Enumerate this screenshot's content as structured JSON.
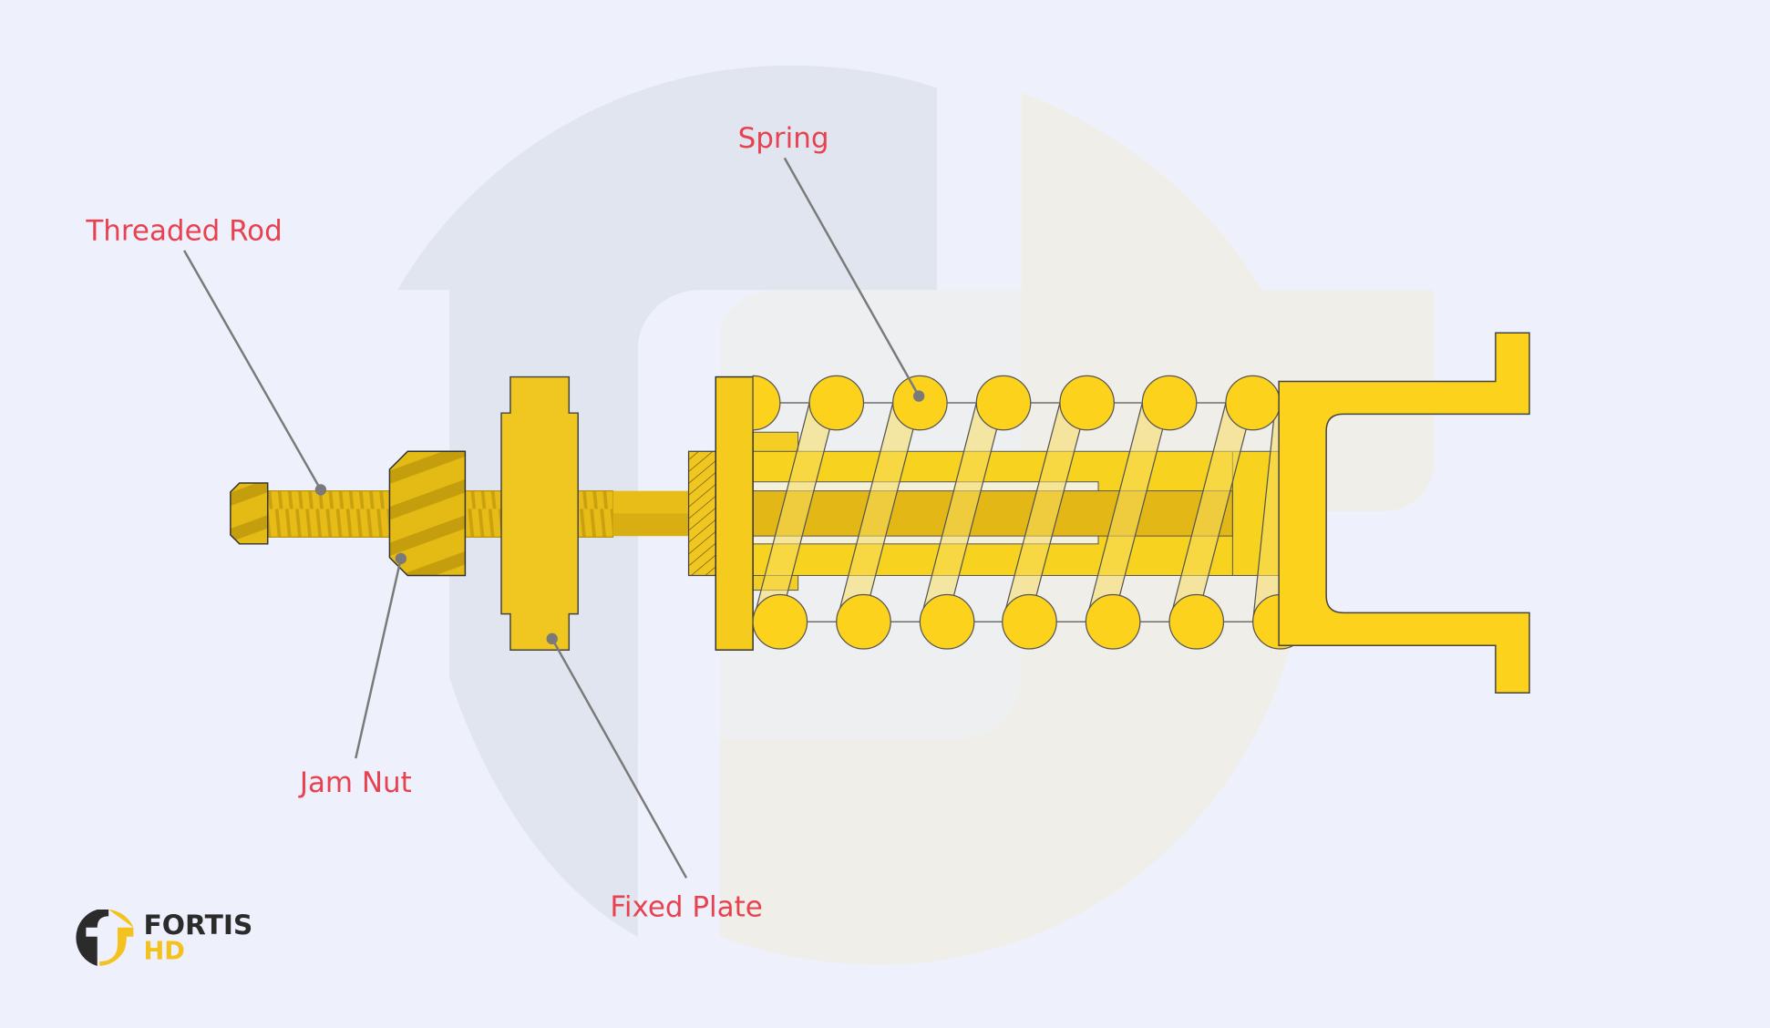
{
  "diagram": {
    "labels": {
      "spring": "Spring",
      "threaded_rod": "Threaded Rod",
      "jam_nut": "Jam Nut",
      "fixed_plate": "Fixed Plate"
    },
    "label_color": "#E8414F",
    "part_color": "#F0C620",
    "background_color": "#EEF1FC"
  },
  "logo": {
    "line1": "FORTIS",
    "line2": "HD",
    "dark_color": "#2B2B2B",
    "accent_color": "#F4C21E"
  }
}
